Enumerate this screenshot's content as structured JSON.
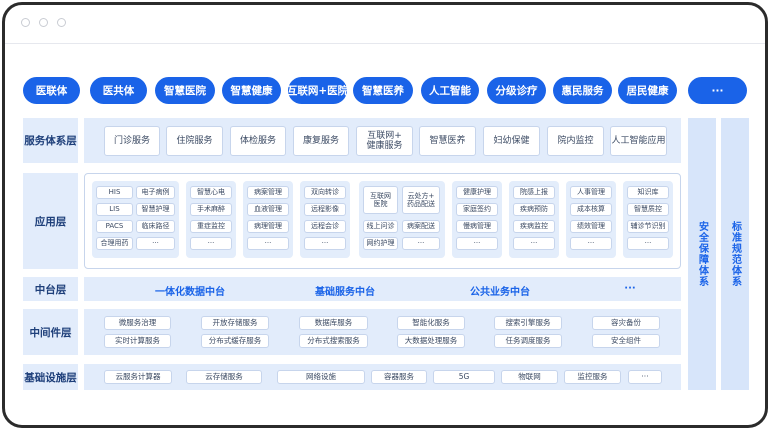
{
  "top_items": [
    "医联体",
    "医共体",
    "智慧医院",
    "智慧健康",
    "互联网+医院",
    "智慧医养",
    "人工智能",
    "分级诊疗",
    "惠民服务",
    "居民健康",
    "···"
  ],
  "layers": {
    "service": "服务体系层",
    "application": "应用层",
    "middle_platform": "中台层",
    "middleware": "中间件层",
    "infrastructure": "基础设施层"
  },
  "service_items": [
    "门诊服务",
    "住院服务",
    "体检服务",
    "康复服务",
    "互联网+\n健康服务",
    "智慧医养",
    "妇幼保健",
    "院内监控",
    "人工智能应用"
  ],
  "app_groups": [
    [
      "HIS",
      "电子病例",
      "LIS",
      "智慧护理",
      "PACS",
      "临床路径",
      "合理用药",
      "···"
    ],
    [
      "智慧心电",
      "手术麻醉",
      "重症监控",
      "···"
    ],
    [
      "病案管理",
      "血液管理",
      "病理管理",
      "···"
    ],
    [
      "双向转诊",
      "远程影像",
      "远程会诊",
      "···"
    ],
    [
      "互联网\n医院",
      "云处方+\n药品配送",
      "线上问诊",
      "病案配送",
      "网约护理",
      "···"
    ],
    [
      "健康护理",
      "家庭签约",
      "慢病管理",
      "···"
    ],
    [
      "院感上报",
      "疾病预防",
      "疾病监控",
      "···"
    ],
    [
      "人事管理",
      "成本核算",
      "绩效管理",
      "···"
    ],
    [
      "知识库",
      "智慧质控",
      "辅诊节识别",
      "···"
    ]
  ],
  "middle_platform_items": [
    "一体化数据中台",
    "基础服务中台",
    "公共业务中台",
    "···"
  ],
  "middleware_items": [
    "微服务治理",
    "开放存储服务",
    "数据库服务",
    "智能化服务",
    "搜索引擎服务",
    "容灾备份",
    "实时计算服务",
    "分布式缓存服务",
    "分布式搜索服务",
    "大数据处理服务",
    "任务调度服务",
    "安全组件"
  ],
  "infrastructure_items": [
    "云服务计算器",
    "云存储服务",
    "网络设施",
    "容器服务",
    "5G",
    "物联网",
    "监控服务",
    "···"
  ],
  "side_columns": [
    "安全保障体系",
    "标准规范体系"
  ],
  "colors": {
    "accent": "#1a63e8",
    "band": "#e2ecfb",
    "border": "#c7d5ec",
    "frame": "#2b2b2b"
  }
}
